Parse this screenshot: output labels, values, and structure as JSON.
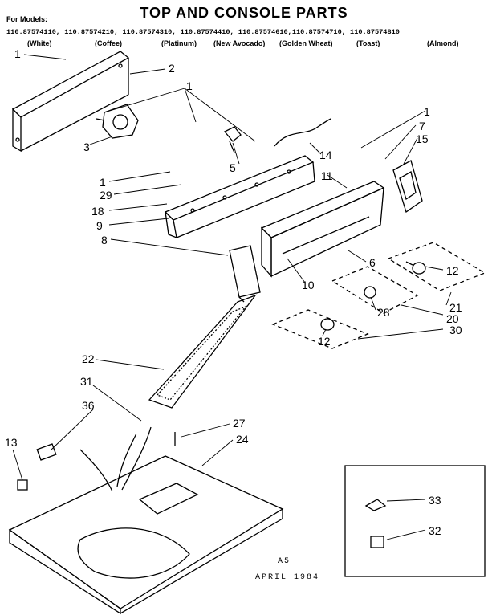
{
  "title": "TOP AND CONSOLE PARTS",
  "models_heading": "For Models:",
  "models_line": "110.87574110, 110.87574210, 110.87574310, 110.87574410, 110.87574610,110.87574710, 110.87574810",
  "colors": [
    "(White)",
    "(Coffee)",
    "(Platinum)",
    "(New Avocado)",
    "(Golden Wheat)",
    "(Toast)",
    "(Almond)"
  ],
  "callouts": {
    "c1a": "1",
    "c2": "2",
    "c1b": "1",
    "c3": "3",
    "c5": "5",
    "c14": "14",
    "c1c": "1",
    "c7": "7",
    "c15": "15",
    "c11": "11",
    "c1d": "1",
    "c29": "29",
    "c18": "18",
    "c9": "9",
    "c8": "8",
    "c6": "6",
    "c12a": "12",
    "c10": "10",
    "c28": "28",
    "c21": "21",
    "c20": "20",
    "c12b": "12",
    "c30": "30",
    "c22": "22",
    "c31": "31",
    "c36": "36",
    "c27": "27",
    "c24": "24",
    "c13": "13",
    "c33": "33",
    "c32": "32"
  },
  "page_code": "A5",
  "date": "APRIL 1984"
}
